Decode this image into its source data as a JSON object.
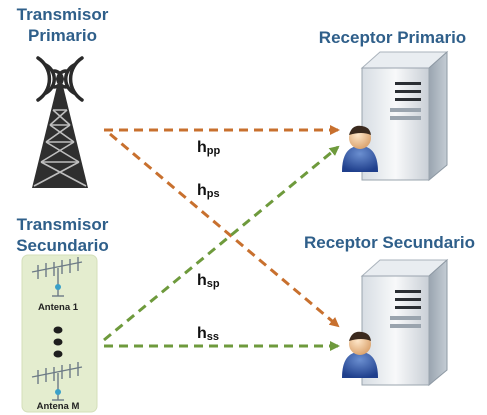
{
  "nodes": {
    "tx_primary": {
      "line1": "Transmisor",
      "line2": "Primario"
    },
    "tx_secondary": {
      "line1": "Transmisor",
      "line2": "Secundario"
    },
    "rx_primary": {
      "label": "Receptor Primario"
    },
    "rx_secondary": {
      "label": "Receptor Secundario"
    }
  },
  "antenna_array": {
    "first": "Antena 1",
    "last": "Antena M"
  },
  "channels": [
    {
      "main": "h",
      "sub": "pp",
      "color": "#c8702e"
    },
    {
      "main": "h",
      "sub": "ps",
      "color": "#c8702e"
    },
    {
      "main": "h",
      "sub": "sp",
      "color": "#6e9a3c"
    },
    {
      "main": "h",
      "sub": "ss",
      "color": "#6e9a3c"
    }
  ],
  "colors": {
    "label_text": "#2f5f8a",
    "primary_link": "#c8702e",
    "secondary_link": "#6e9a3c",
    "array_panel": "#e4edcf"
  }
}
